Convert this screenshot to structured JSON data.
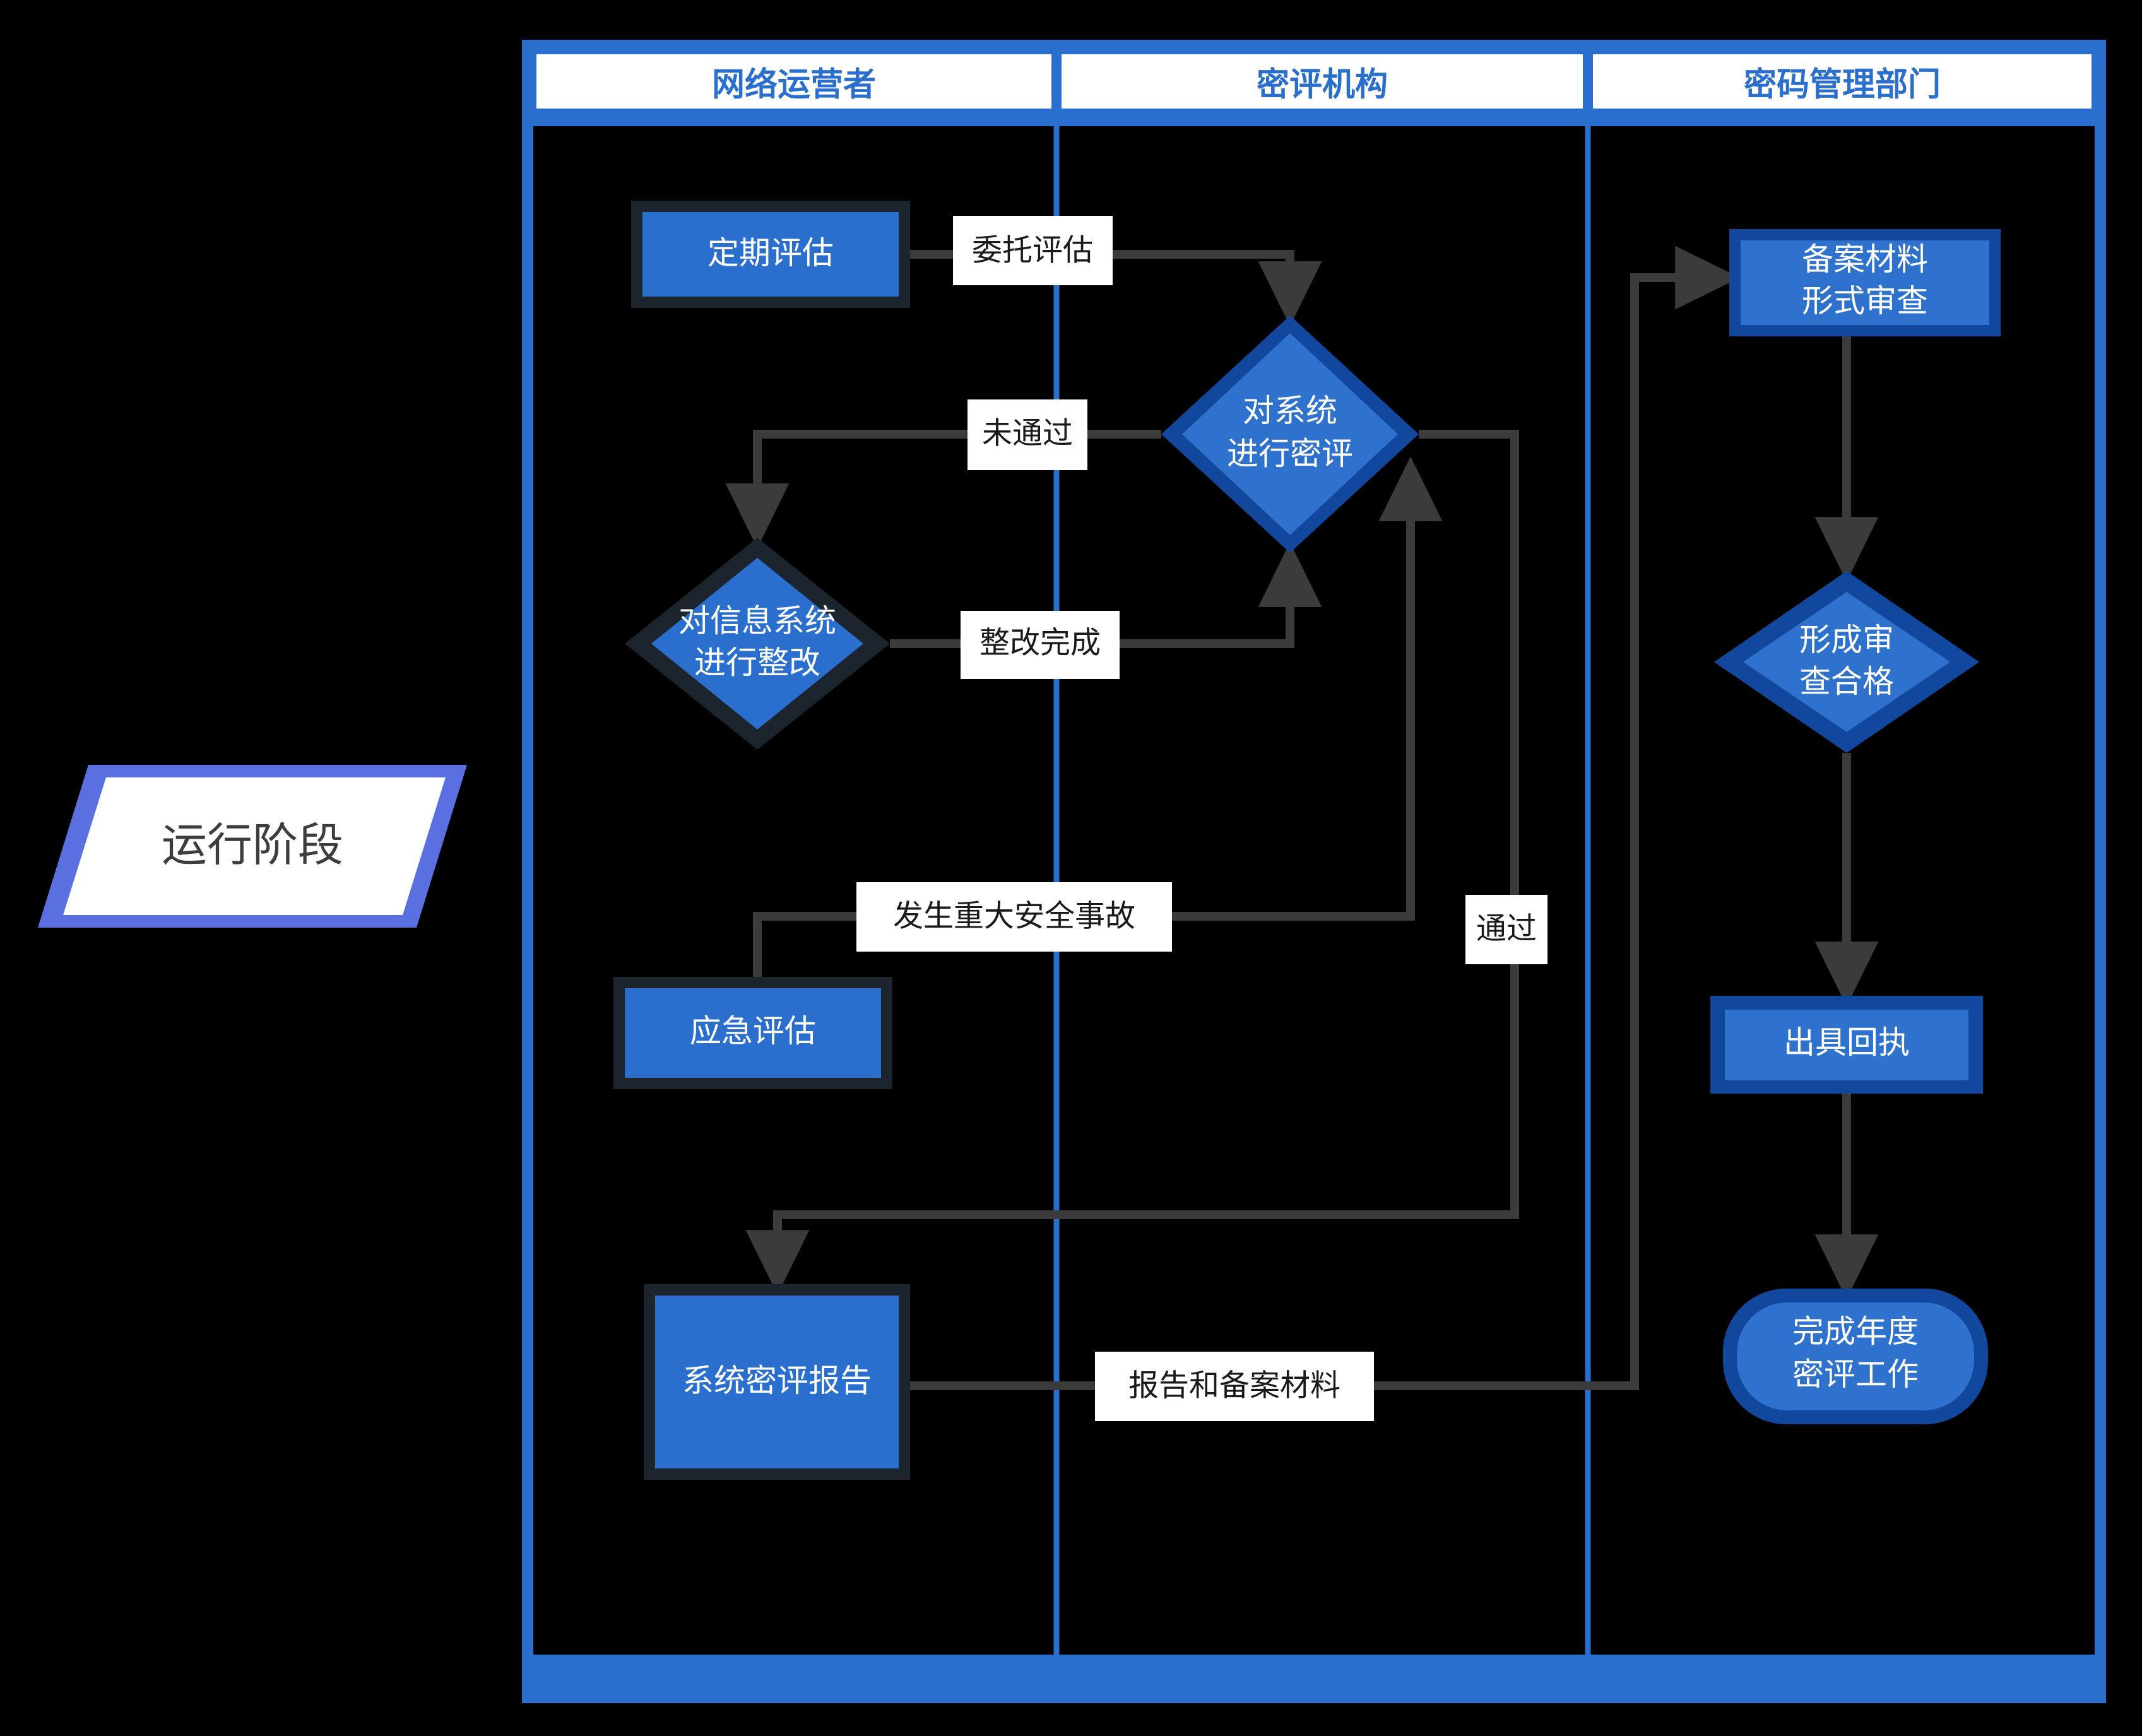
{
  "diagram": {
    "title_shape": {
      "label": "运行阶段",
      "border_color": "#5a6fe0",
      "fill": "#ffffff",
      "text_color": "#3d3d3d"
    },
    "colors": {
      "lane_border": "#2b6fce",
      "lane_header_text": "#2b6fce",
      "node_fill": "#2b6fce",
      "node_fill_light": "#2f72ce",
      "node_border_dark": "#1c242e",
      "node_border_blue": "#11479d",
      "connector": "#3b3b3b",
      "label_bg": "#ffffff",
      "label_text": "#1a1a1a",
      "background": "#000000"
    },
    "lanes": [
      {
        "id": "lane-operator",
        "label": "网络运营者"
      },
      {
        "id": "lane-assessor",
        "label": "密评机构"
      },
      {
        "id": "lane-authority",
        "label": "密码管理部门"
      }
    ],
    "nodes": [
      {
        "id": "periodic-assessment",
        "label": "定期评估",
        "shape": "process",
        "lane": "lane-operator"
      },
      {
        "id": "crypto-assessment",
        "label_line1": "对系统",
        "label_line2": "进行密评",
        "shape": "decision",
        "lane": "lane-assessor"
      },
      {
        "id": "system-rectification",
        "label_line1": "对信息系统",
        "label_line2": "进行整改",
        "shape": "decision",
        "lane": "lane-operator"
      },
      {
        "id": "emergency-assessment",
        "label": "应急评估",
        "shape": "process",
        "lane": "lane-operator"
      },
      {
        "id": "assessment-report",
        "label": "系统密评报告",
        "shape": "process",
        "lane": "lane-operator"
      },
      {
        "id": "filing-review",
        "label_line1": "备案材料",
        "label_line2": "形式审查",
        "shape": "process",
        "lane": "lane-authority"
      },
      {
        "id": "review-qualified",
        "label_line1": "形成审",
        "label_line2": "查合格",
        "shape": "decision",
        "lane": "lane-authority"
      },
      {
        "id": "issue-receipt",
        "label": "出具回执",
        "shape": "process",
        "lane": "lane-authority"
      },
      {
        "id": "annual-complete",
        "label_line1": "完成年度",
        "label_line2": "密评工作",
        "shape": "terminator",
        "lane": "lane-authority"
      }
    ],
    "edge_labels": [
      {
        "id": "edge-entrust",
        "label": "委托评估"
      },
      {
        "id": "edge-not-passed",
        "label": "未通过"
      },
      {
        "id": "edge-rectified",
        "label": "整改完成"
      },
      {
        "id": "edge-major-incident",
        "label": "发生重大安全事故"
      },
      {
        "id": "edge-passed",
        "label": "通过"
      },
      {
        "id": "edge-report-materials",
        "label": "报告和备案材料"
      }
    ]
  }
}
